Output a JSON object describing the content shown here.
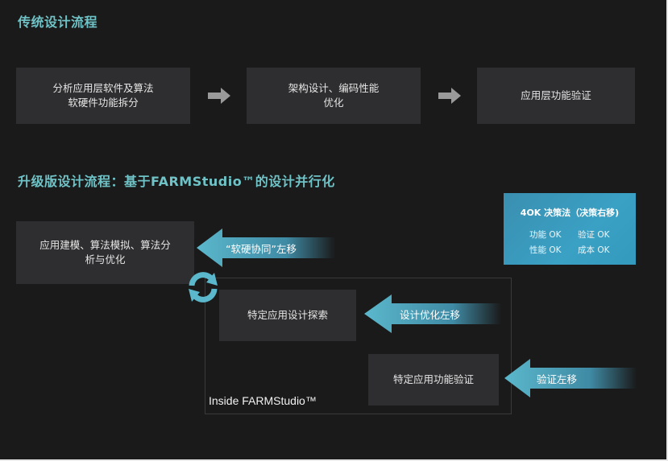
{
  "colors": {
    "background": "#1a1a1a",
    "heading": "#6fc3c7",
    "box": "#2e2e30",
    "teal_arrow": "#4fa7bd",
    "decision_box": "#3aa0c4"
  },
  "traditional": {
    "heading": "传统设计流程",
    "steps": [
      "分析应用层软件及算法\n软硬件功能拆分",
      "架构设计、编码性能\n优化",
      "应用层功能验证"
    ]
  },
  "upgraded": {
    "heading": "升级版设计流程：基于FARMStudio™的设计并行化",
    "boxes": {
      "modeling": "应用建模、算法模拟、算法分\n析与优化",
      "specific_design": "特定应用设计探索",
      "specific_verify": "特定应用功能验证"
    },
    "arrows": {
      "hw_sw": "“软硬协同”左移",
      "design_opt": "设计优化左移",
      "verify": "验证左移"
    },
    "frame_label": "Inside FARMStudio™",
    "cycle_icon": "refresh-cycle-icon"
  },
  "decision": {
    "title": "4OK 决策法（决策右移)",
    "items": [
      "功能 OK",
      "验证 OK",
      "性能 OK",
      "成本 OK"
    ]
  }
}
